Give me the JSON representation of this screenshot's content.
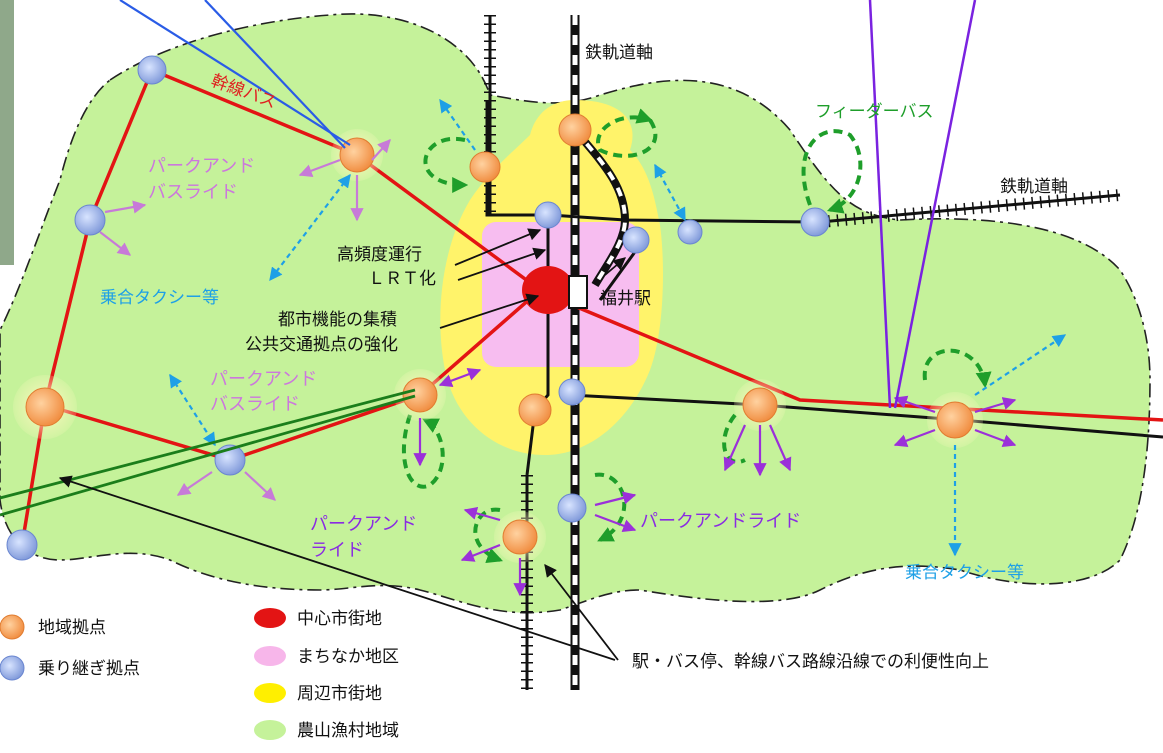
{
  "labels": {
    "rail_axis_1": "鉄軌道軸",
    "rail_axis_2": "鉄軌道軸",
    "feeder_bus": "フィーダーバス",
    "trunk_bus": "幹線バス",
    "park_bus_ride_1_l1": "パークアンド",
    "park_bus_ride_1_l2": "バスライド",
    "park_bus_ride_2_l1": "パークアンド",
    "park_bus_ride_2_l2": "バスライド",
    "shared_taxi_1": "乗合タクシー等",
    "shared_taxi_2": "乗合タクシー等",
    "high_freq_l1": "高頻度運行",
    "high_freq_l2": "ＬＲＴ化",
    "fukui_station": "福井駅",
    "urban_l1": "都市機能の集積",
    "urban_l2": "公共交通拠点の強化",
    "park_ride_left_l1": "パークアンド",
    "park_ride_left_l2": "ライド",
    "park_ride_right": "パークアンドライド",
    "convenience": "駅・バス停、幹線バス路線沿線での利便性向上"
  },
  "legend": [
    {
      "label": "地域拠点",
      "color": "#f4a460"
    },
    {
      "label": "乗り継ぎ拠点",
      "color": "#9fb6e8"
    },
    {
      "label": "中心市街地",
      "color": "#e31414"
    },
    {
      "label": "まちなか地区",
      "color": "#f7b6ea"
    },
    {
      "label": "周辺市街地",
      "color": "#ffef00"
    },
    {
      "label": "農山漁村地域",
      "color": "#c5f29a"
    }
  ],
  "colors": {
    "rural": "#c5f29a",
    "suburban": "#fff36a",
    "machinaka": "#f7bdf0",
    "center": "#e31414",
    "trunk_bus": "#e31414",
    "feeder": "#1e9e2a",
    "park_ride": "#9b30d9",
    "taxi": "#1ea0e6"
  }
}
